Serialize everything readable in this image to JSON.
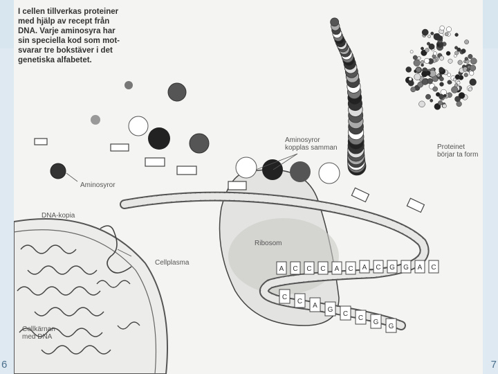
{
  "caption": {
    "line1": "I cellen tillverkas proteiner",
    "line2": "med hjälp av recept från",
    "line3": "DNA. Varje aminosyra har",
    "line4": "sin speciella kod som mot-",
    "line5": "svarar tre bokstäver i det",
    "line6": "genetiska alfabetet."
  },
  "labels": {
    "aminosyror": "Aminosyror",
    "kopplas_1": "Aminosyror",
    "kopplas_2": "kopplas samman",
    "protein_1": "Proteinet",
    "protein_2": "börjar ta form",
    "dna_kopia": "DNA-kopia",
    "ribosom": "Ribosom",
    "cellplasma": "Cellplasma",
    "karna_1": "Cellkärnan",
    "karna_2": "med DNA"
  },
  "codon_letters": [
    "A",
    "C",
    "C",
    "C",
    "A",
    "C",
    "A",
    "C",
    "G",
    "G",
    "A",
    "C"
  ],
  "lower_letters": [
    "C",
    "C",
    "A",
    "G",
    "C",
    "C",
    "G",
    "G"
  ],
  "slide": {
    "page_left": "6",
    "page_right": "7"
  }
}
